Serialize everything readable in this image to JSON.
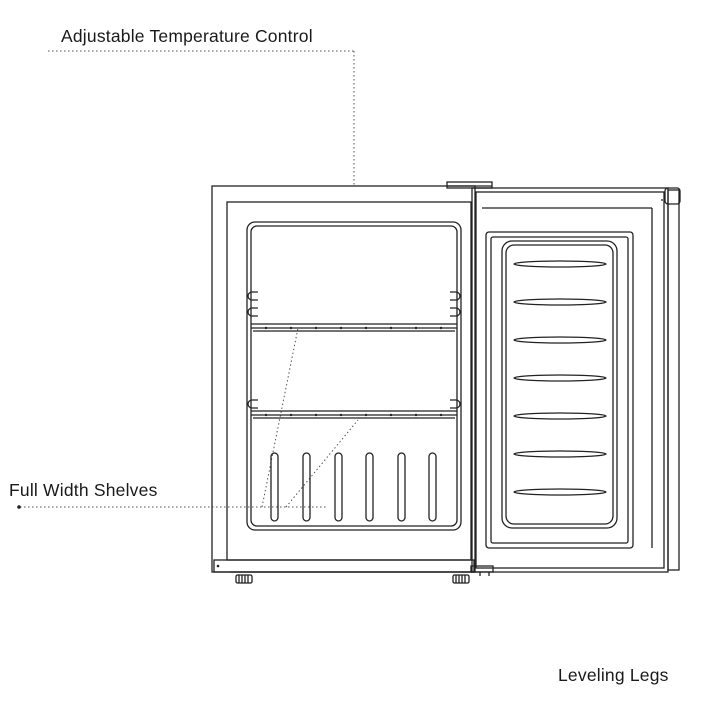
{
  "labels": {
    "temperature_control": "Adjustable Temperature Control",
    "shelves": "Full Width Shelves",
    "leveling_legs": "Leveling Legs"
  },
  "colors": {
    "line": "#222222",
    "leader": "#555555",
    "background": "#ffffff"
  }
}
